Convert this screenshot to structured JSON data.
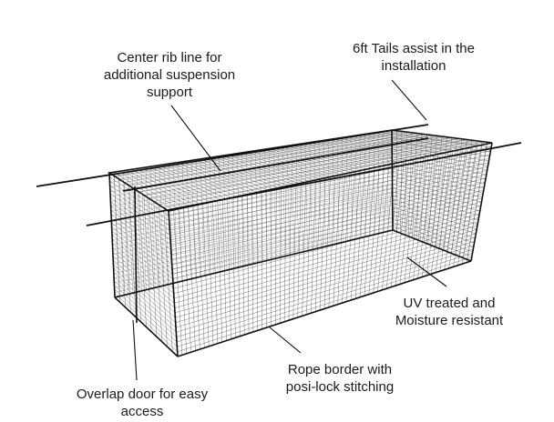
{
  "colors": {
    "outline": "#111111",
    "mesh": "#555555",
    "text": "#1a1a1a",
    "background": "#ffffff"
  },
  "callouts": {
    "center_rib": [
      "Center rib line for",
      "additional suspension",
      "support"
    ],
    "tails": [
      "6ft Tails assist in the",
      "installation"
    ],
    "uv": [
      "UV treated and",
      "Moisture resistant"
    ],
    "rope_border": [
      "Rope border with",
      "posi-lock stitching"
    ],
    "overlap_door": [
      "Overlap door for easy",
      "access"
    ]
  }
}
